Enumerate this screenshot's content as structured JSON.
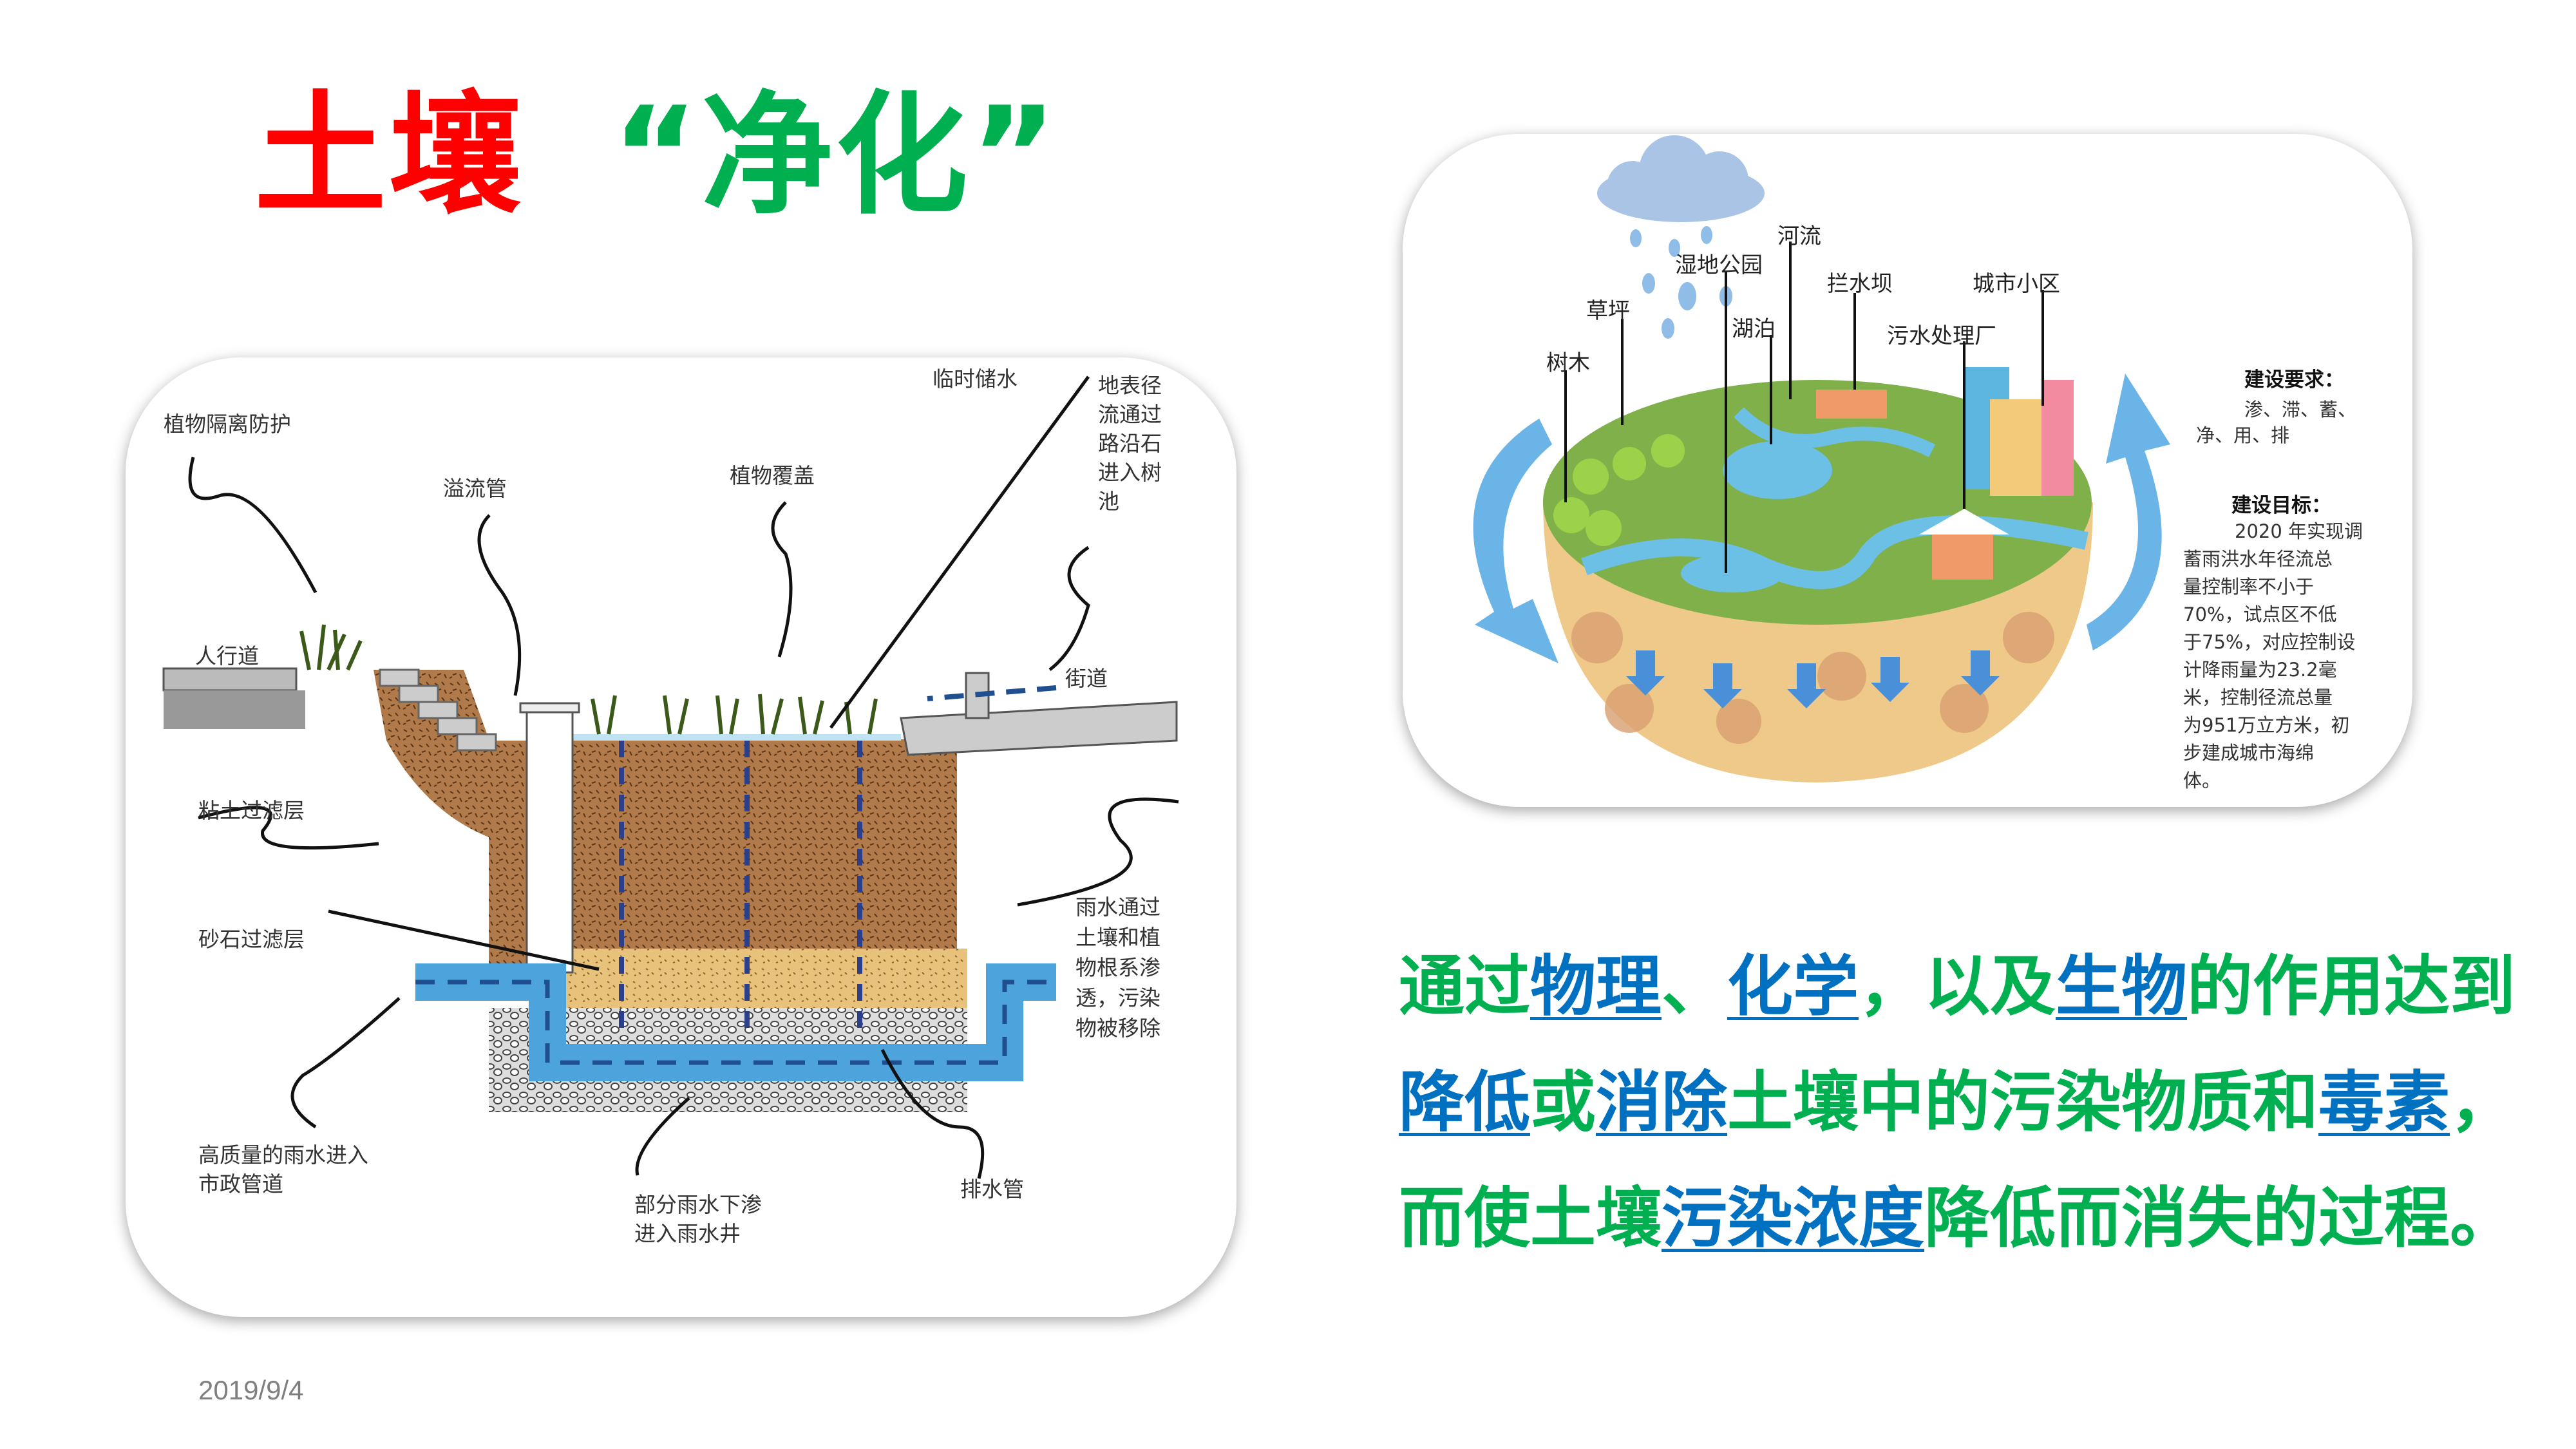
{
  "title": {
    "part1": "土壤",
    "part2": "“净化”"
  },
  "left_diagram": {
    "labels": {
      "plant_isolation": "植物隔离防护",
      "overflow_pipe": "溢流管",
      "plant_cover": "植物覆盖",
      "temp_storage": "临时储水",
      "surface_runoff": [
        "地表径",
        "流通过",
        "路沿石",
        "进入树",
        "池"
      ],
      "sidewalk": "人行道",
      "street": "街道",
      "clay_filter": "粘土过滤层",
      "gravel_filter": "砂石过滤层",
      "rain_through_soil": [
        "雨水通过",
        "土壤和植",
        "物根系渗",
        "透，污染",
        "物被移除"
      ],
      "quality_rain": [
        "高质量的雨水进入",
        "市政管道"
      ],
      "partial_infiltration": [
        "部分雨水下渗",
        "进入雨水井"
      ],
      "drain_pipe": "排水管"
    }
  },
  "right_diagram": {
    "labels": {
      "river": "河流",
      "wetland_park": "湿地公园",
      "dam": "拦水坝",
      "city_block": "城市小区",
      "lawn": "草坪",
      "lake": "湖泊",
      "sewage_plant": "污水处理厂",
      "trees": "树木"
    },
    "requirements_title": "建设要求：",
    "requirements": [
      "渗、滞、蓄、",
      "净、用、排"
    ],
    "goals_title": "建设目标：",
    "goals": [
      "2020 年实现调",
      "蓄雨洪水年径流总",
      "量控制率不小于",
      "70%，试点区不低",
      "于75%，对应控制设",
      "计降雨量为23.2毫",
      "米，控制径流总量",
      "为951万立方米，初",
      "步建成城市海绵",
      "体。"
    ]
  },
  "text": {
    "line1": [
      "通过",
      "物理",
      "、",
      "化学",
      "，以及",
      "生物",
      "的作用达到"
    ],
    "line2": [
      "降低",
      "或",
      "消除",
      "土壤中的污染物质和",
      "毒素",
      "，"
    ],
    "line3": [
      "而使土壤",
      "污染浓度",
      "降低而消失的过程。"
    ]
  },
  "colors": {
    "red": "#ff0000",
    "green": "#00b050",
    "blue": "#0070c0"
  },
  "date": "2019/9/4"
}
